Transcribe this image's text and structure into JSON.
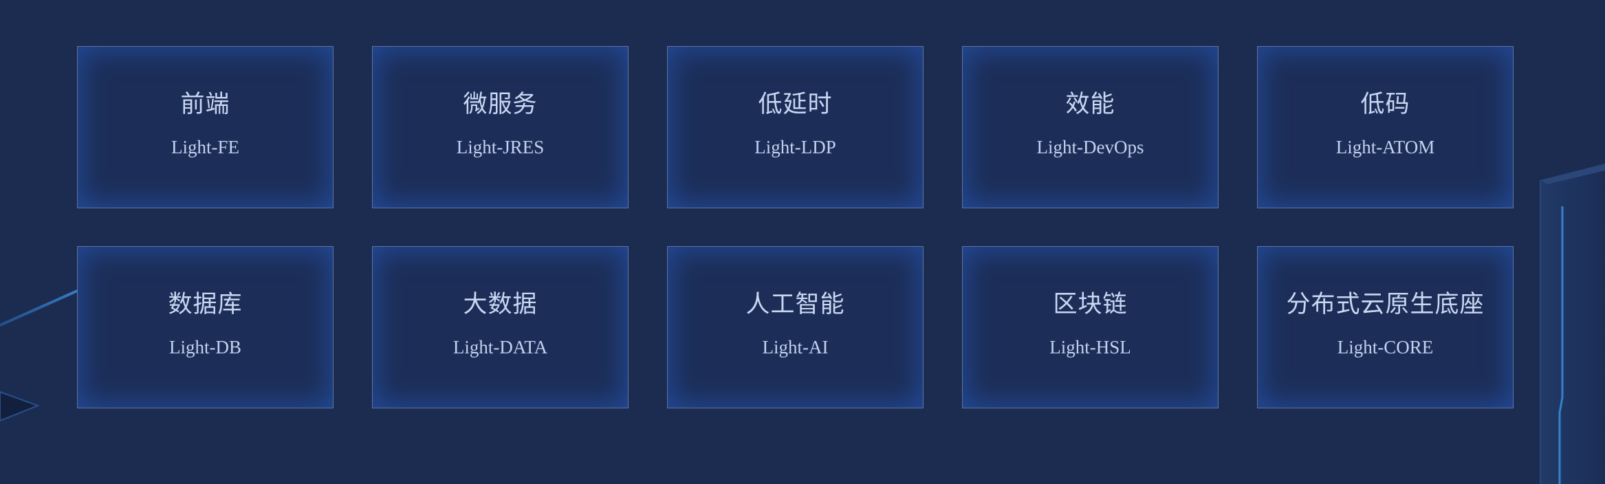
{
  "cards": [
    {
      "title": "前端",
      "subtitle": "Light-FE"
    },
    {
      "title": "微服务",
      "subtitle": "Light-JRES"
    },
    {
      "title": "低延时",
      "subtitle": "Light-LDP"
    },
    {
      "title": "效能",
      "subtitle": "Light-DevOps"
    },
    {
      "title": "低码",
      "subtitle": "Light-ATOM"
    },
    {
      "title": "数据库",
      "subtitle": "Light-DB"
    },
    {
      "title": "大数据",
      "subtitle": "Light-DATA"
    },
    {
      "title": "人工智能",
      "subtitle": "Light-AI"
    },
    {
      "title": "区块链",
      "subtitle": "Light-HSL"
    },
    {
      "title": "分布式云原生底座",
      "subtitle": "Light-CORE"
    }
  ],
  "colors": {
    "background": "#1b2c50",
    "card_fill": "#1c2e58",
    "card_glow": "#2452aa",
    "card_border": "#96afd7",
    "text": "#c9d7f2",
    "accent_line": "#3a8ee0"
  }
}
